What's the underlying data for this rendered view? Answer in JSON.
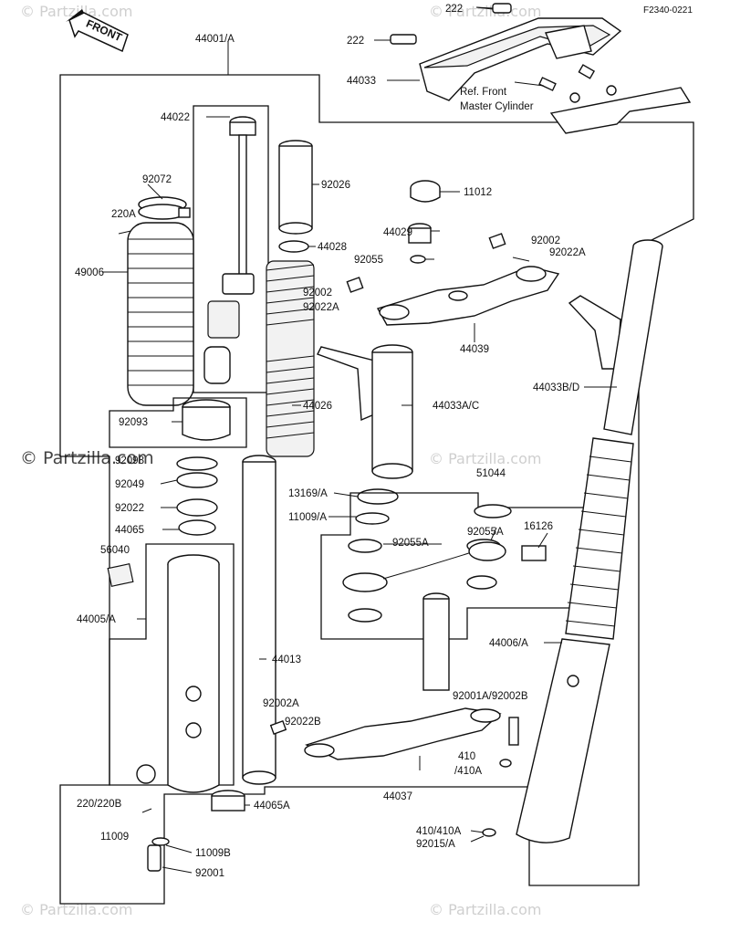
{
  "diagram_code": "F2340-0221",
  "front_label": "FRONT",
  "watermarks": {
    "top_left": "© Partzilla.com",
    "top_right": "© Partzilla.com",
    "mid_left": "© Partzilla.com",
    "mid_right": "© Partzilla.com",
    "bottom_left": "© Partzilla.com",
    "bottom_right": "© Partzilla.com"
  },
  "labels": {
    "p222_top": "222",
    "p222_mid": "222",
    "p44033": "44033",
    "ref_front_1": "Ref. Front",
    "ref_front_2": "Master Cylinder",
    "p44001A": "44001/A",
    "p44022": "44022",
    "p92072": "92072",
    "p220A": "220A",
    "p49006": "49006",
    "p92026": "92026",
    "p44028": "44028",
    "p11012": "11012",
    "p44029": "44029",
    "p92055": "92055",
    "p92002_top": "92002",
    "p92022A_top": "92022A",
    "p92002_mid": "92002",
    "p92022A_mid": "92022A",
    "p44039": "44039",
    "p44033BD": "44033B/D",
    "p44026": "44026",
    "p44033AC": "44033A/C",
    "p92093": "92093",
    "p92098": "92098",
    "p92049": "92049",
    "p92022": "92022",
    "p44065": "44065",
    "p56040": "56040",
    "p13169A": "13169/A",
    "p11009A": "11009/A",
    "p51044": "51044",
    "p92055A_r": "92055A",
    "p16126": "16126",
    "p92055A_l": "92055A",
    "p44005A": "44005/A",
    "p44013": "44013",
    "p44006A": "44006/A",
    "p92002A": "92002A",
    "p92022B": "92022B",
    "p92001A92002B": "92001A/92002B",
    "p410": "410",
    "p410A": "/410A",
    "p44037": "44037",
    "p220220B": "220/220B",
    "p11009": "11009",
    "p44065A": "44065A",
    "p11009B": "11009B",
    "p92001": "92001",
    "p410410A": "410/410A",
    "p92015A": "92015/A"
  }
}
